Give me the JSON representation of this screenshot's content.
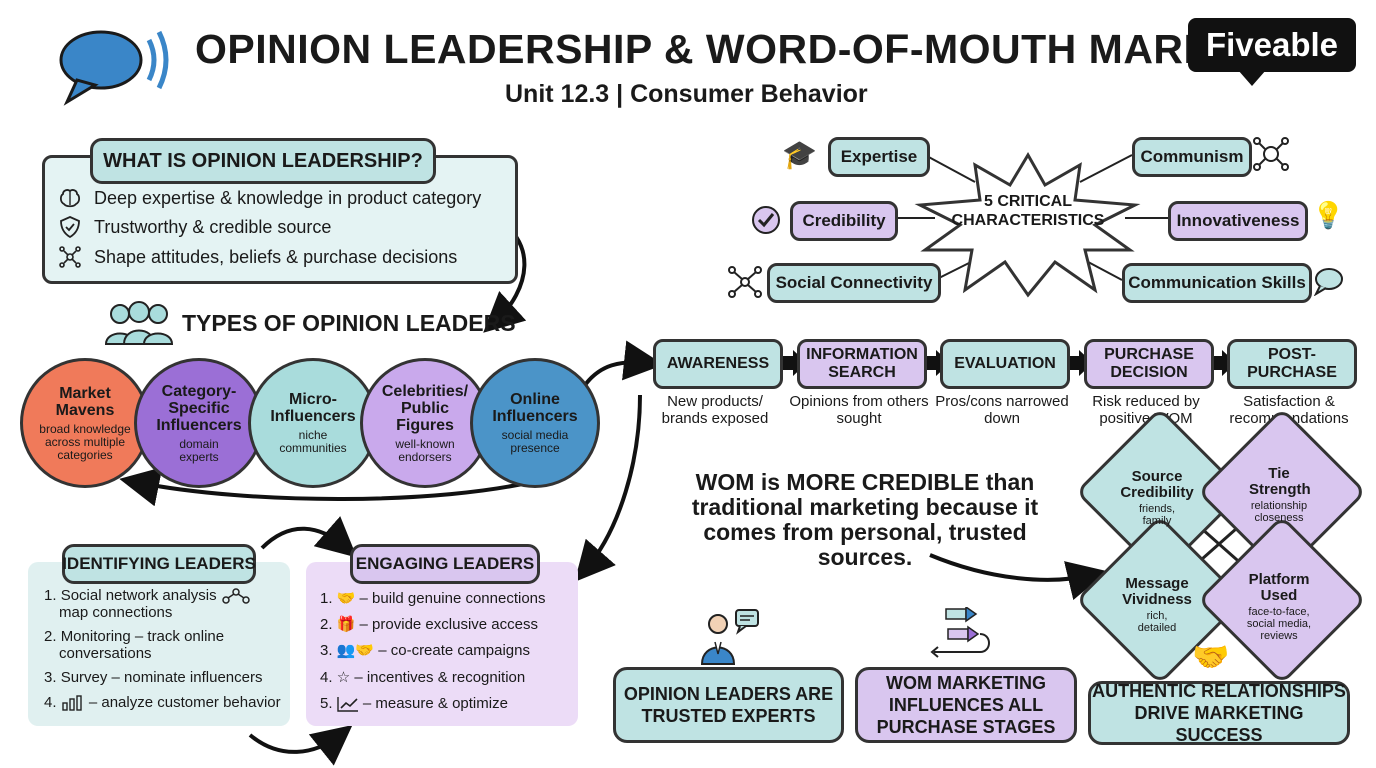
{
  "header": {
    "title": "OPINION LEADERSHIP & WORD-OF-MOUTH MARKETING",
    "subtitle": "Unit 12.3 | Consumer Behavior",
    "logo": "Fiveable"
  },
  "what_is": {
    "title": "WHAT IS OPINION LEADERSHIP?",
    "items": [
      "Deep expertise & knowledge in product category",
      "Trustworthy & credible source",
      "Shape attitudes, beliefs & purchase decisions"
    ]
  },
  "types": {
    "title": "TYPES OF OPINION LEADERS",
    "leaders": [
      {
        "name": "Market Mavens",
        "desc": "broad knowledge across multiple categories",
        "color": "#f07a5a"
      },
      {
        "name": "Category-Specific Influencers",
        "desc": "domain experts",
        "color": "#9b6fd6"
      },
      {
        "name": "Micro-Influencers",
        "desc": "niche communities",
        "color": "#a9dcdc"
      },
      {
        "name": "Celebrities/ Public Figures",
        "desc": "well-known endorsers",
        "color": "#c9a9ec"
      },
      {
        "name": "Online Influencers",
        "desc": "social media presence",
        "color": "#4b94c8"
      }
    ]
  },
  "identifying": {
    "title": "IDENTIFYING LEADERS",
    "items": [
      {
        "num": "1.",
        "text": "Social network analysis",
        "text2": "map connections"
      },
      {
        "num": "2.",
        "text": "Monitoring – track online",
        "text2": "conversations"
      },
      {
        "num": "3.",
        "text": "Survey – nominate influencers",
        "text2": ""
      },
      {
        "num": "4.",
        "text": "– analyze customer behavior",
        "text2": ""
      }
    ]
  },
  "engaging": {
    "title": "ENGAGING LEADERS",
    "items": [
      {
        "num": "1.",
        "text": "– build genuine connections"
      },
      {
        "num": "2.",
        "text": "– provide exclusive access"
      },
      {
        "num": "3.",
        "text": "– co-create campaigns"
      },
      {
        "num": "4.",
        "text": "– incentives & recognition"
      },
      {
        "num": "5.",
        "text": "– measure & optimize"
      }
    ]
  },
  "characteristics": {
    "center": "5 CRITICAL CHARACTERISTICS",
    "items": [
      "Expertise",
      "Communism",
      "Credibility",
      "Innovativeness",
      "Social Connectivity",
      "Communication Skills"
    ]
  },
  "stages": [
    {
      "name": "AWARENESS",
      "desc": "New products/ brands exposed"
    },
    {
      "name": "INFORMATION SEARCH",
      "desc": "Opinions from others sought"
    },
    {
      "name": "EVALUATION",
      "desc": "Pros/cons narrowed down"
    },
    {
      "name": "PURCHASE DECISION",
      "desc": "Risk reduced by positive WOM"
    },
    {
      "name": "POST-PURCHASE",
      "desc": "Satisfaction & recommendations"
    }
  ],
  "quote": {
    "part1": "WOM is ",
    "emph": "MORE CREDIBLE",
    "part2": " than traditional marketing because it comes from personal, trusted sources."
  },
  "factors": [
    {
      "name": "Source Credibility",
      "desc": "friends, family"
    },
    {
      "name": "Tie Strength",
      "desc": "relationship closeness"
    },
    {
      "name": "Message Vividness",
      "desc": "rich, detailed"
    },
    {
      "name": "Platform Used",
      "desc": "face-to-face, social media, reviews"
    }
  ],
  "takeaways": [
    "OPINION LEADERS ARE TRUSTED EXPERTS",
    "WOM MARKETING INFLUENCES ALL PURCHASE STAGES",
    "AUTHENTIC RELATIONSHIPS DRIVE MARKETING SUCCESS"
  ],
  "colors": {
    "teal": "#bfe3e3",
    "purple": "#d9c6ef",
    "outline": "#333333",
    "blue_icon": "#3a86c8"
  }
}
